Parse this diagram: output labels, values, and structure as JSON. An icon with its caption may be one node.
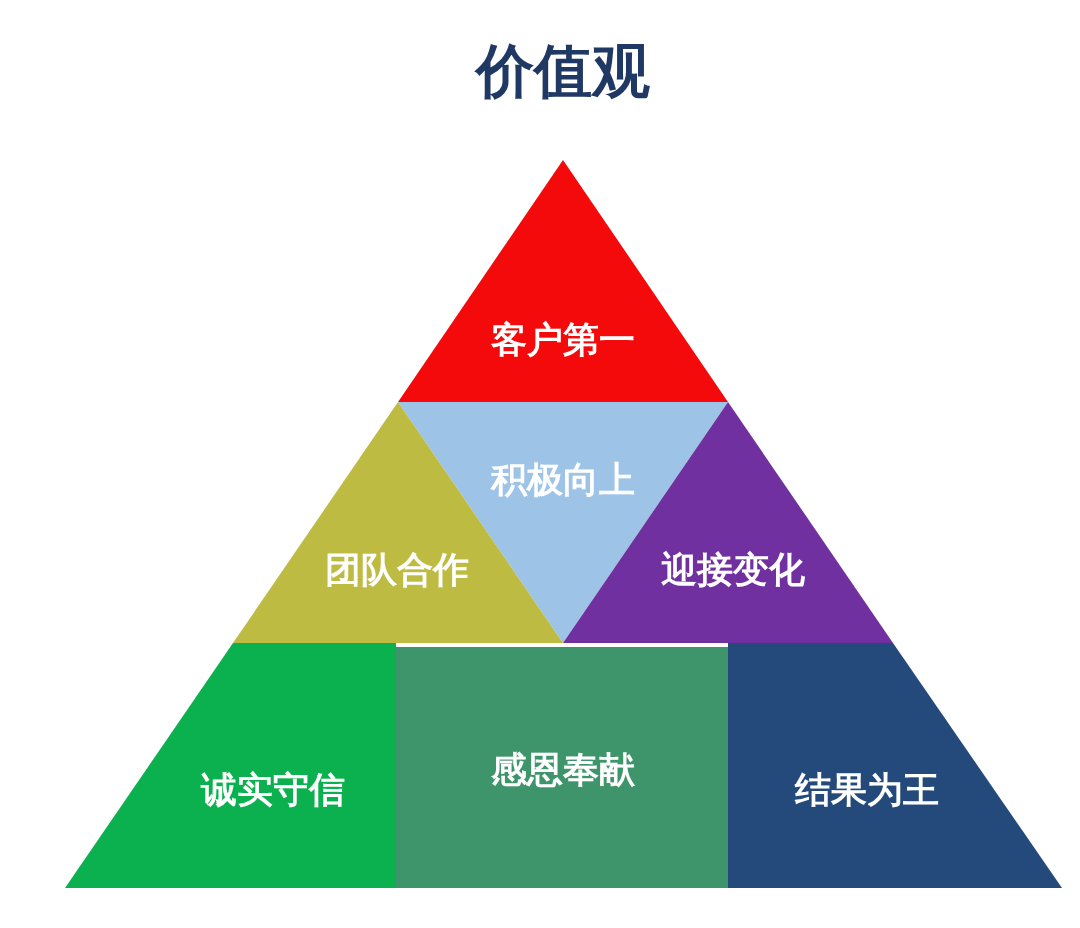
{
  "diagram": {
    "title": "价值观",
    "nodes": [
      {
        "text": [
          "客户第一"
        ]
      },
      {
        "text": [
          "积极向上"
        ]
      },
      {
        "text": [
          "团队合作"
        ]
      },
      {
        "text": [
          "迎接变化"
        ]
      },
      {
        "text": [
          "诚实守信"
        ]
      },
      {
        "text": [
          "感恩奉献"
        ]
      },
      {
        "text": [
          "结果为王"
        ]
      }
    ]
  }
}
